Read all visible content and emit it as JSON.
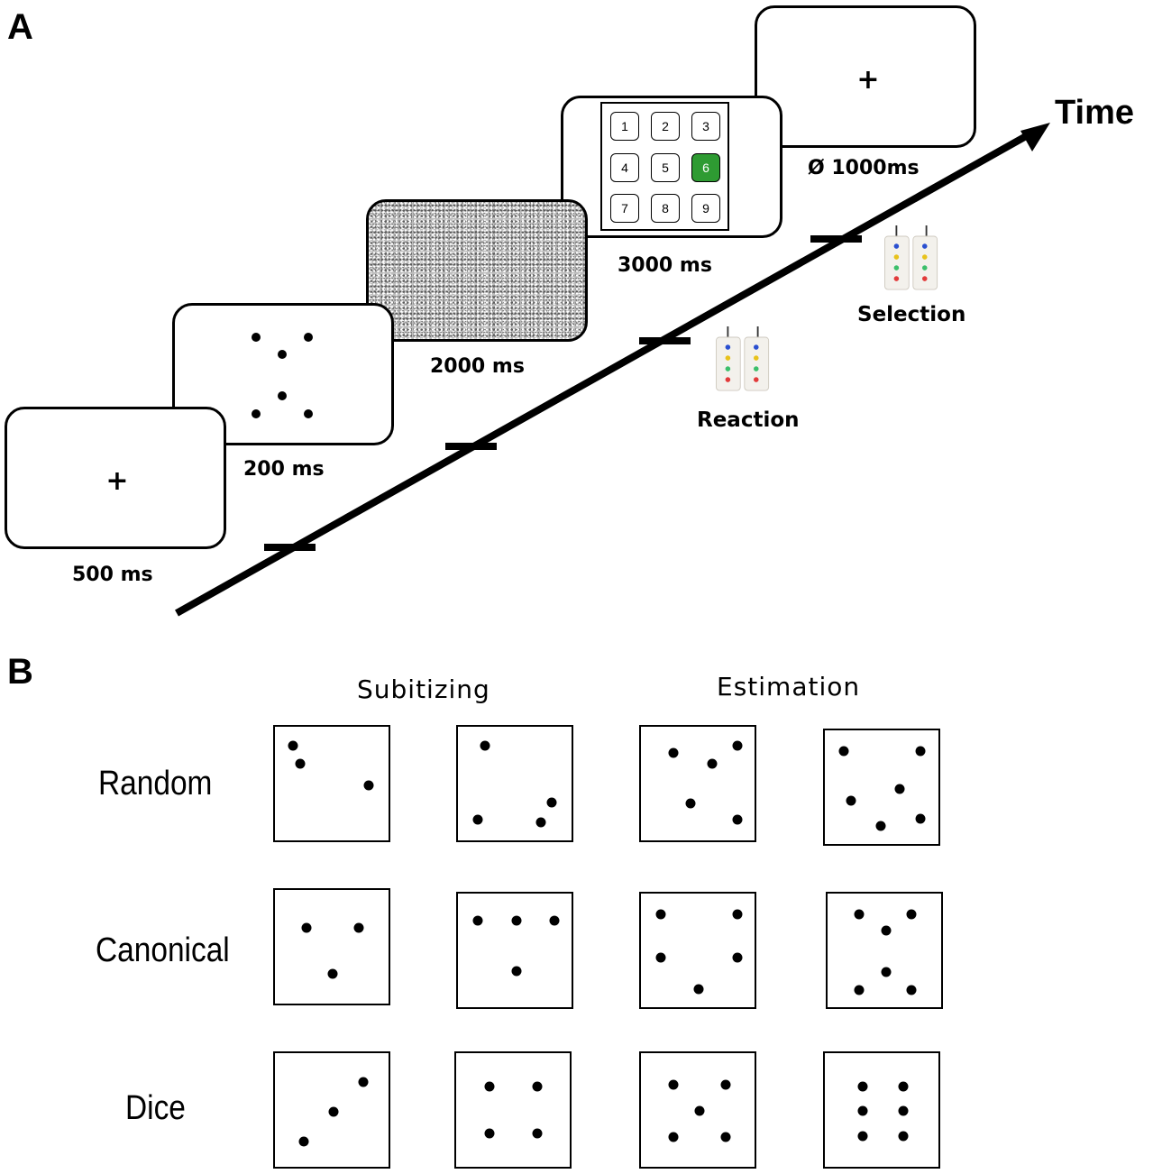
{
  "panel_a": {
    "letter": "A",
    "time_label": "Time",
    "fixation_symbol": "+",
    "durations": {
      "fixation": "500 ms",
      "stimulus": "200 ms",
      "mask": "2000 ms",
      "response": "3000 ms",
      "iti": "Ø 1000ms"
    },
    "keypad_keys": [
      "1",
      "2",
      "3",
      "4",
      "5",
      "6",
      "7",
      "8",
      "9"
    ],
    "keypad_highlight": "6",
    "keypad_highlight_color": "#2e9b32",
    "reaction_label": "Reaction",
    "selection_label": "Selection",
    "button_colors": [
      "#2a4fd0",
      "#e8c21a",
      "#3bbf6a",
      "#e23a3a"
    ]
  },
  "panel_b": {
    "letter": "B",
    "col_headers": [
      "Subitizing",
      "Estimation"
    ],
    "row_headers": [
      "Random",
      "Canonical",
      "Dice"
    ]
  }
}
